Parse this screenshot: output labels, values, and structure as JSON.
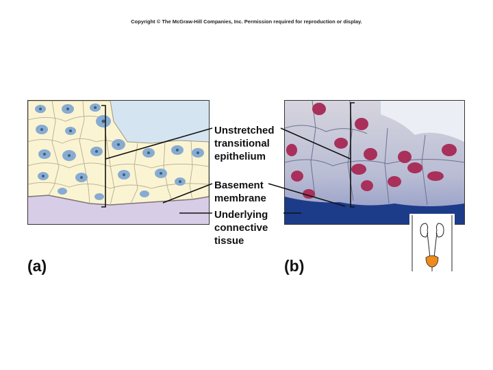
{
  "copyright": "Copyright © The McGraw-Hill Companies, Inc. Permission required for reproduction or display.",
  "labels": {
    "unstretched": "Unstretched\ntransitional\nepithelium",
    "basement": "Basement\nmembrane",
    "connective": "Underlying\nconnective\ntissue"
  },
  "panels": {
    "a": "(a)",
    "b": "(b)"
  },
  "colors": {
    "lumen": "#d4e4f0",
    "cell": "#fbf4d2",
    "cell_outline": "#9c9680",
    "nucleus": "#86acd2",
    "connective": "#d7cde6",
    "micro_bg": "#c9ccdc",
    "micro_nucleus": "#a8305a",
    "micro_base": "#1c3c8a"
  }
}
